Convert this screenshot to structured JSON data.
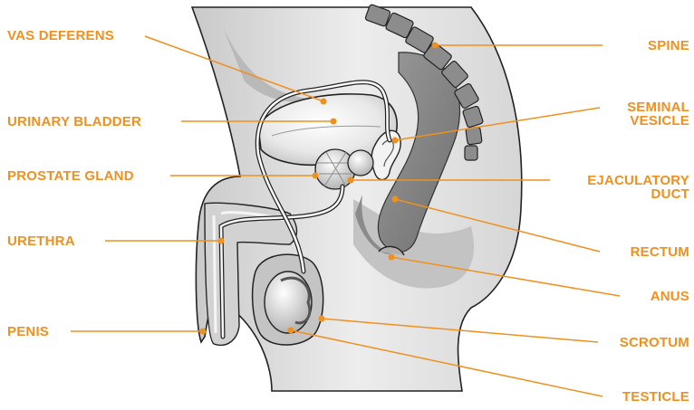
{
  "accent": "#f0901e",
  "labels": {
    "vas_deferens": "VAS DEFERENS",
    "urinary_bladder": "URINARY BLADDER",
    "prostate_gland": "PROSTATE GLAND",
    "urethra": "URETHRA",
    "penis": "PENIS",
    "spine": "SPINE",
    "seminal_vesicle": [
      "SEMINAL",
      "VESICLE"
    ],
    "ejaculatory_duct": [
      "EJACULATORY",
      "DUCT"
    ],
    "rectum": "RECTUM",
    "anus": "ANUS",
    "scrotum": "SCROTUM",
    "testicle": "TESTICLE"
  }
}
